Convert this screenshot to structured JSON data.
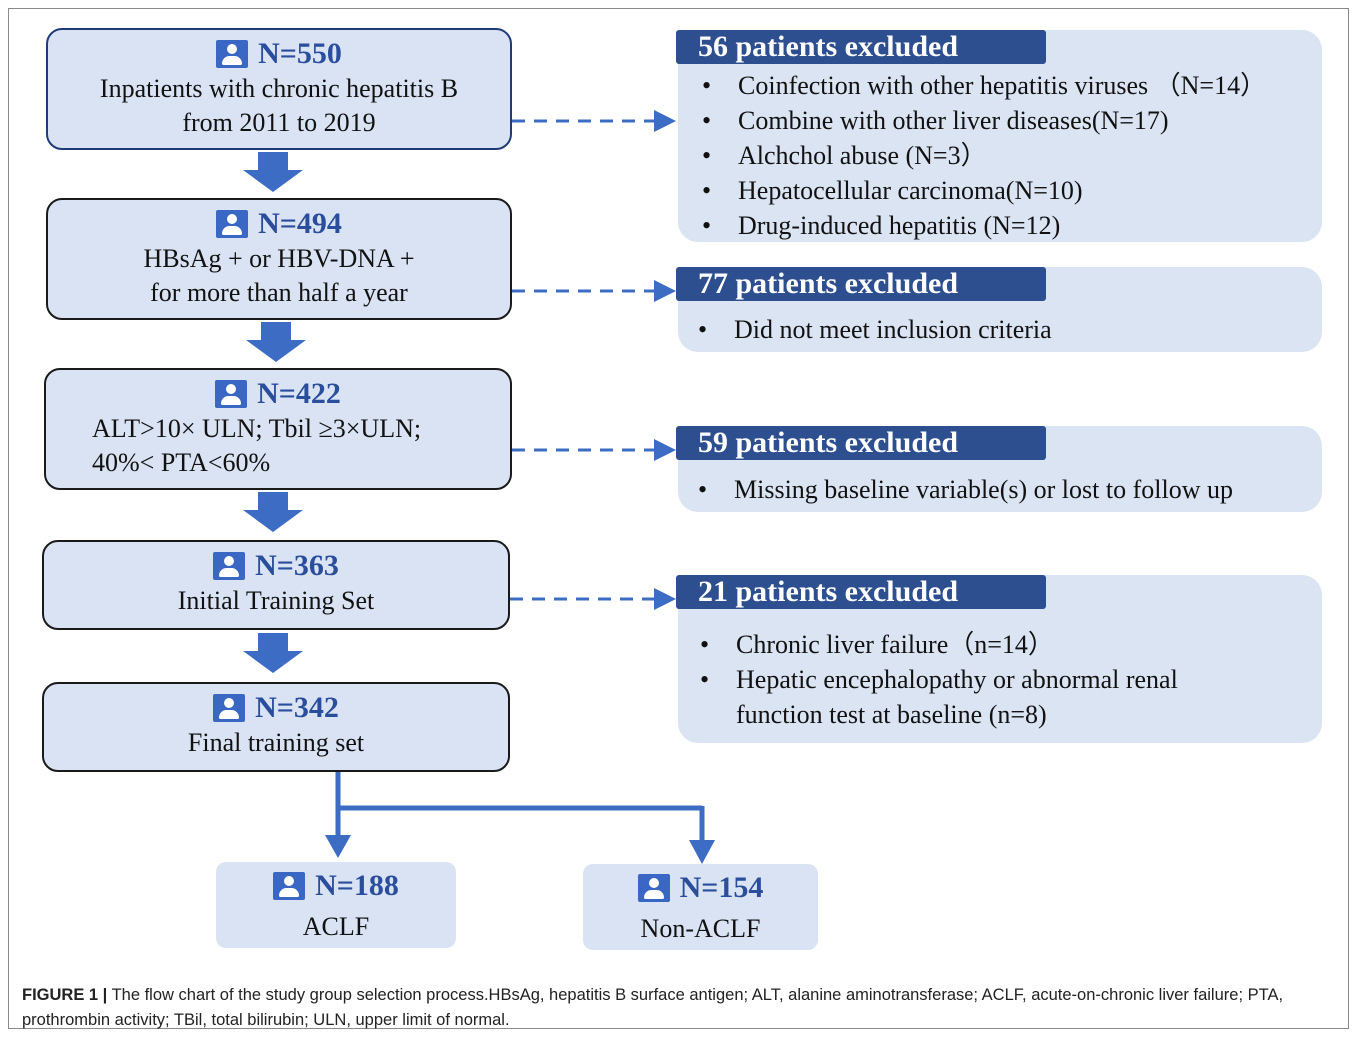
{
  "flow": {
    "boxes": [
      {
        "n": "N=550",
        "lines": [
          "Inpatients with chronic hepatitis B",
          "from 2011 to 2019"
        ]
      },
      {
        "n": "N=494",
        "lines": [
          "HBsAg + or HBV-DNA +",
          "for more than half a year"
        ]
      },
      {
        "n": "N=422",
        "lines": [
          "ALT>10×  ULN; Tbil ≥3×ULN;",
          "40%< PTA<60%"
        ]
      },
      {
        "n": "N=363",
        "lines": [
          "Initial Training Set"
        ]
      },
      {
        "n": "N=342",
        "lines": [
          "Final training set"
        ]
      }
    ],
    "outcomes": [
      {
        "n": "N=188",
        "label": "ACLF"
      },
      {
        "n": "N=154",
        "label": "Non-ACLF"
      }
    ]
  },
  "exclusions": [
    {
      "title": "56 patients excluded",
      "items": [
        "Coinfection with other hepatitis viruses （N=14）",
        "Combine with other liver diseases(N=17)",
        "Alchchol abuse (N=3）",
        "Hepatocellular carcinoma(N=10)",
        "Drug-induced hepatitis (N=12)"
      ]
    },
    {
      "title": "77 patients excluded",
      "items": [
        "Did not meet inclusion criteria"
      ]
    },
    {
      "title": "59 patients excluded",
      "items": [
        "Missing baseline variable(s) or lost to follow up"
      ]
    },
    {
      "title": "21 patients excluded",
      "items": [
        "Chronic liver failure（n=14）",
        "Hepatic encephalopathy or abnormal renal",
        "function test at baseline (n=8)"
      ]
    }
  ],
  "caption": {
    "label": "FIGURE 1 |",
    "text": " The flow chart of the study group selection process.HBsAg, hepatitis B surface antigen; ALT, alanine aminotransferase; ACLF, acute-on-chronic liver failure; PTA, prothrombin activity; TBil, total bilirubin; ULN, upper limit of normal."
  },
  "colors": {
    "box_fill": "#d9e3f3",
    "arrow": "#3d6cc4",
    "header": "#2d4f8f",
    "number": "#2a4d9c"
  }
}
